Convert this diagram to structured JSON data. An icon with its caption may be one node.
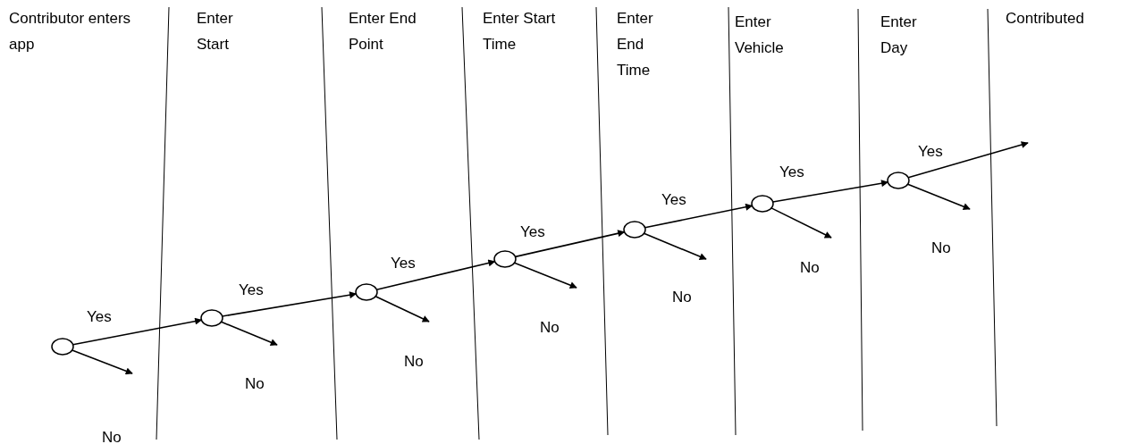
{
  "diagram": {
    "nodes": [
      {
        "text": [],
        "shape": "circle"
      },
      {
        "text": [],
        "shape": "circle"
      },
      {
        "text": [],
        "shape": "circle"
      },
      {
        "text": [],
        "shape": "circle"
      },
      {
        "text": [],
        "shape": "circle"
      },
      {
        "text": [],
        "shape": "circle"
      },
      {
        "text": [],
        "shape": "circle"
      }
    ],
    "edges": [
      {
        "from": 0,
        "to": 1,
        "arrow": "to",
        "label": "Yes"
      },
      {
        "from": 0,
        "to": null,
        "arrow": "to",
        "label": "No"
      },
      {
        "from": 1,
        "to": 2,
        "arrow": "to",
        "label": "Yes"
      },
      {
        "from": 1,
        "to": null,
        "arrow": "to",
        "label": "No"
      },
      {
        "from": 2,
        "to": 3,
        "arrow": "to",
        "label": "Yes"
      },
      {
        "from": 2,
        "to": null,
        "arrow": "to",
        "label": "No"
      },
      {
        "from": 3,
        "to": 4,
        "arrow": "to",
        "label": "Yes"
      },
      {
        "from": 3,
        "to": null,
        "arrow": "to",
        "label": "No"
      },
      {
        "from": 4,
        "to": 5,
        "arrow": "to",
        "label": "Yes"
      },
      {
        "from": 4,
        "to": null,
        "arrow": "to",
        "label": "No"
      },
      {
        "from": 5,
        "to": 6,
        "arrow": "to",
        "label": "Yes"
      },
      {
        "from": 5,
        "to": null,
        "arrow": "to",
        "label": "No"
      },
      {
        "from": 6,
        "to": null,
        "arrow": "to",
        "label": "Yes"
      },
      {
        "from": 6,
        "to": null,
        "arrow": "to",
        "label": "No"
      }
    ],
    "labels": [
      "Contributor enters app",
      "Enter Start",
      "Enter End Point",
      "Enter Start Time",
      "Enter End Time",
      "Enter Vehicle",
      "Enter Day",
      "Contributed"
    ]
  }
}
